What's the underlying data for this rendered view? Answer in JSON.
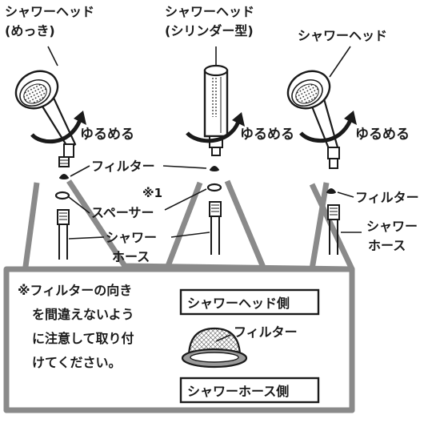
{
  "labels": {
    "head_mekki_1": "シャワーヘッド",
    "head_mekki_2": "(めっき)",
    "head_cylinder_1": "シャワーヘッド",
    "head_cylinder_2": "(シリンダー型)",
    "head_right": "シャワーヘッド",
    "loosen_left": "ゆるめる",
    "loosen_center": "ゆるめる",
    "loosen_right": "ゆるめる",
    "filter_top": "フィルター",
    "filter_right": "フィルター",
    "note_marker": "※1",
    "spacer": "スペーサー",
    "hose_center_1": "シャワー",
    "hose_center_2": "ホース",
    "hose_right_1": "シャワー",
    "hose_right_2": "ホース"
  },
  "notice": {
    "line1": "※フィルターの向き",
    "line2": "を間違えないよう",
    "line3": "に注意して取り付",
    "line4": "けてください。"
  },
  "detail": {
    "head_side": "シャワーヘッド側",
    "filter": "フィルター",
    "hose_side": "シャワーホース側"
  },
  "colors": {
    "ink": "#1a1a1a",
    "panel_border": "#8a8a8a",
    "shade": "#9a9a9a"
  }
}
